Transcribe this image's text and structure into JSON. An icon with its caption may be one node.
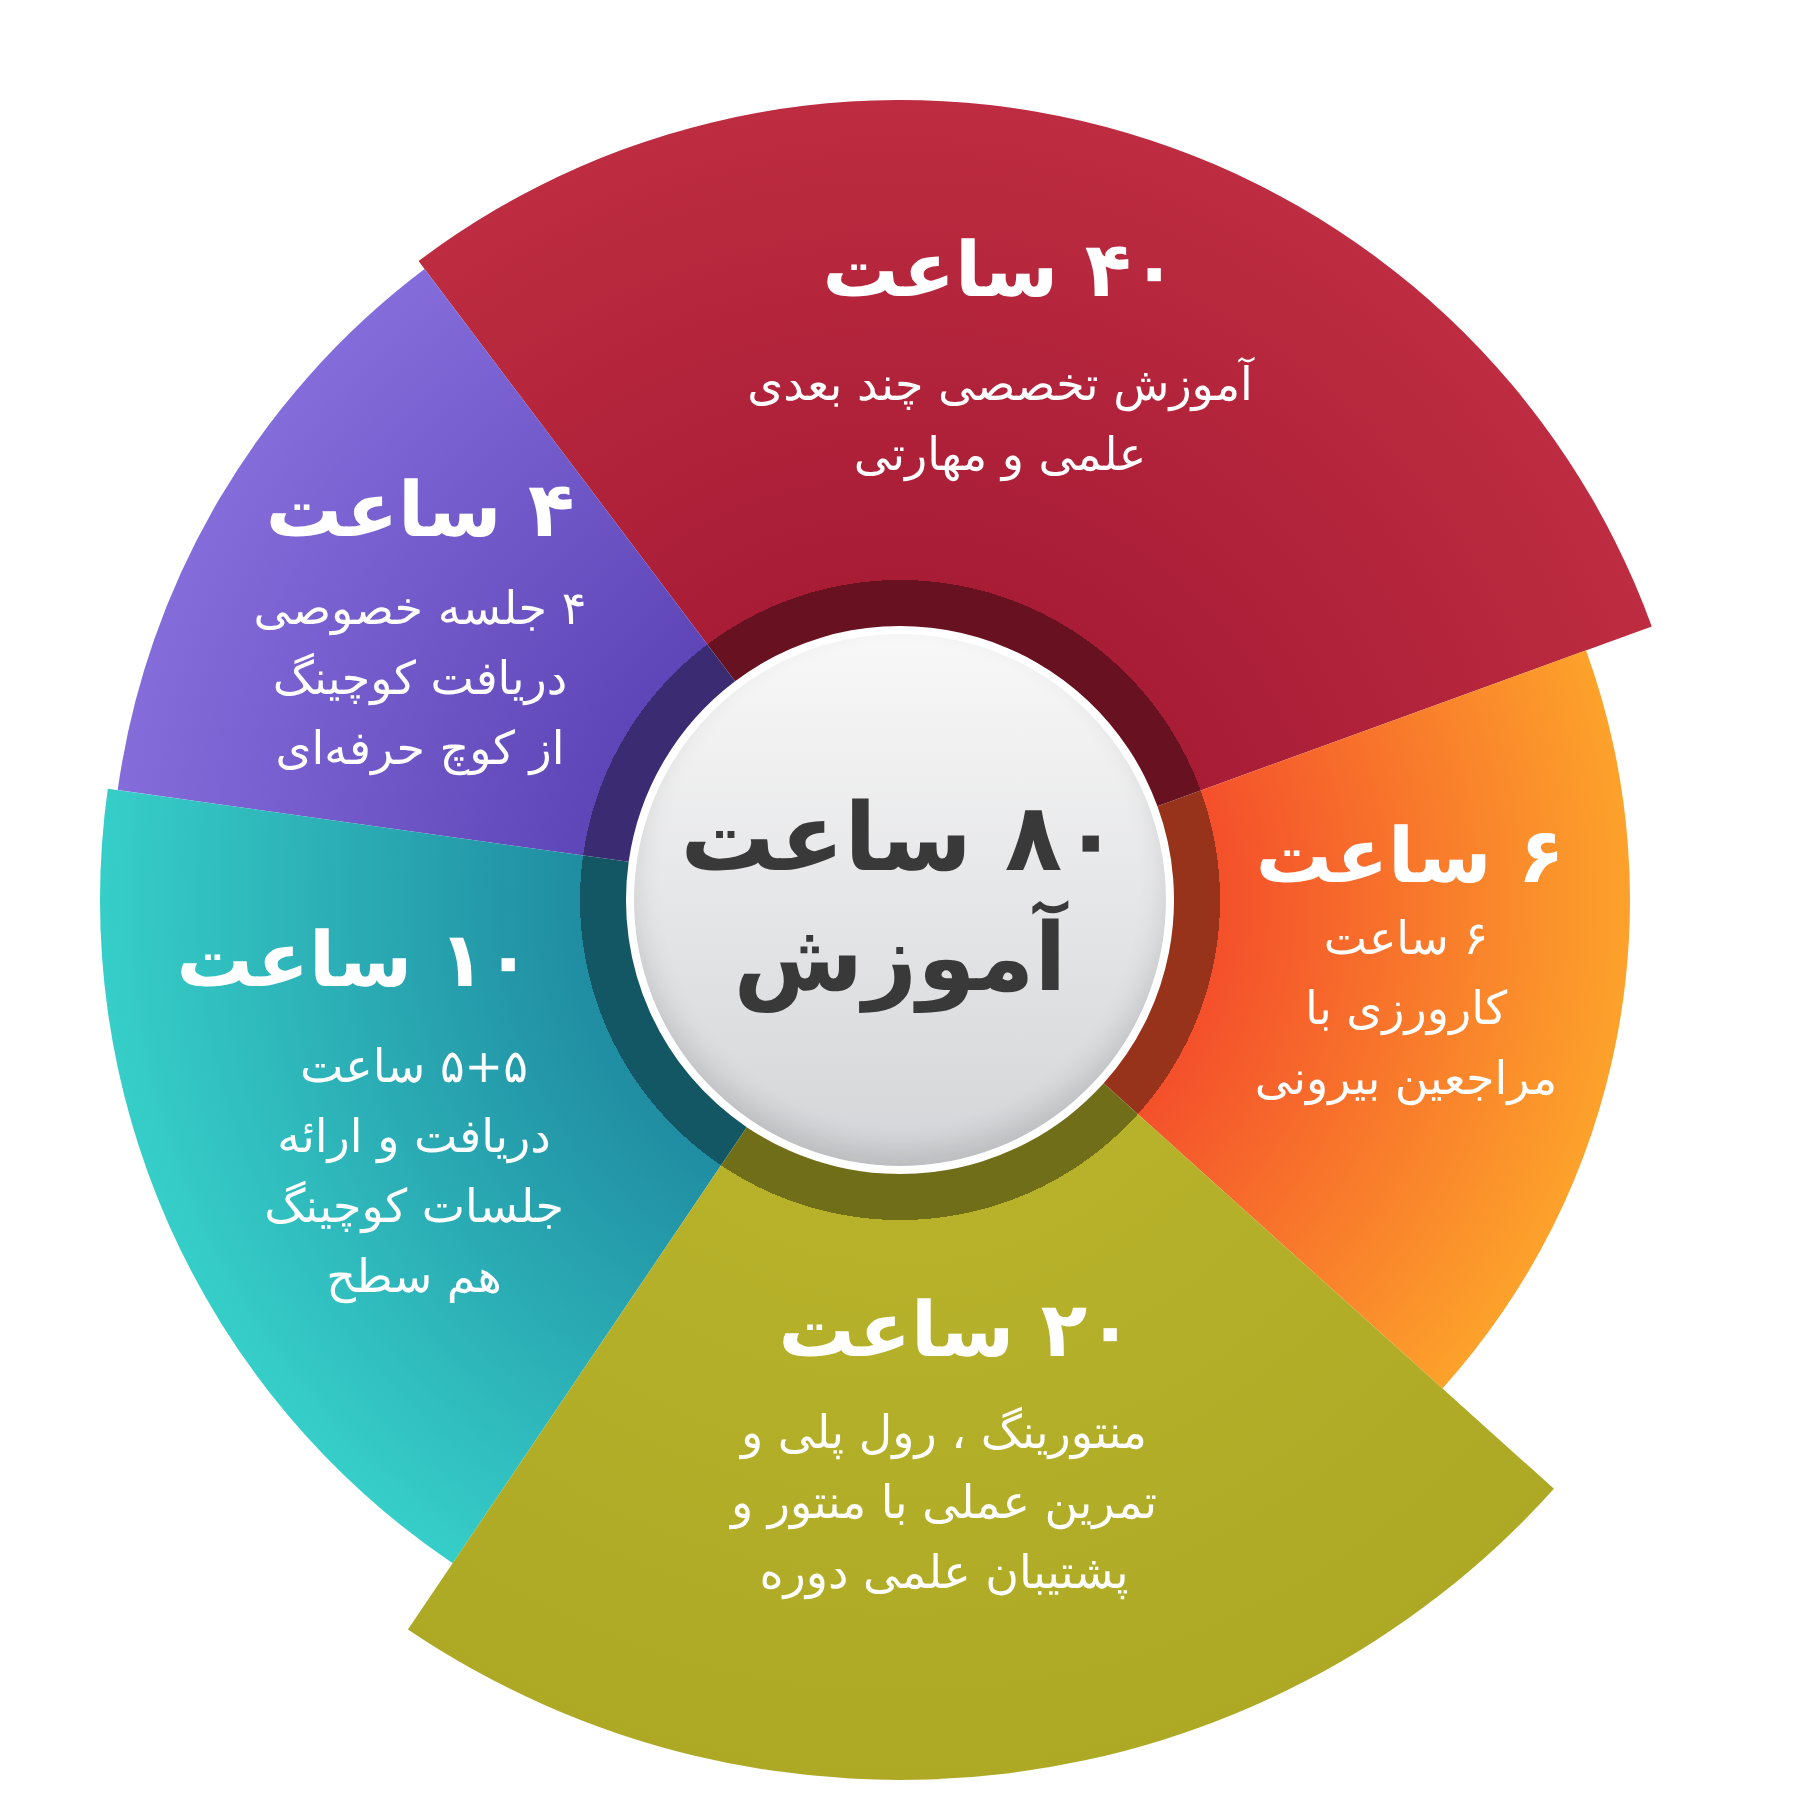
{
  "diagram": {
    "nodes": [
      {
        "text": [
          "۴۰ ساعت",
          "آموزش تخصصی چند بعدی علمی و مهارتی"
        ]
      },
      {
        "text": [
          "۴ ساعت",
          "۴ جلسه خصوصی دریافت کوچینگ از کوچ حرفه‌ای"
        ]
      },
      {
        "text": [
          "۸۰ ساعت",
          "آموزش"
        ]
      },
      {
        "text": [
          "۶ ساعت",
          "۶ ساعت کارورزی با مراجعین بیرونی"
        ]
      },
      {
        "text": [
          "۱۰ ساعت",
          "۵+۵ ساعت دریافت و ارائه جلسات کوچینگ هم سطح"
        ]
      },
      {
        "text": [
          "۲۰ ساعت",
          "منتورینگ ، رول پلی و تمرین عملی با منتور و پشتیبان علمی دوره"
        ]
      }
    ]
  }
}
